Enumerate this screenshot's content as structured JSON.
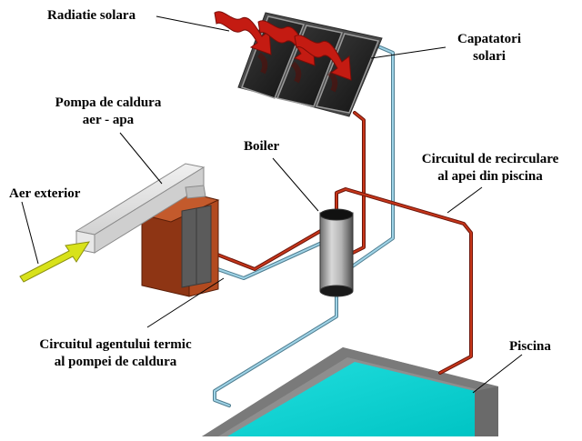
{
  "labels": {
    "solar_radiation": "Radiatie solara",
    "solar_collectors": [
      "Capatatori",
      "solari"
    ],
    "heat_pump": [
      "Pompa de caldura",
      "aer - apa"
    ],
    "outside_air": "Aer exterior",
    "boiler": "Boiler",
    "pool_recirculation": [
      "Circuitul de recirculare",
      "al apei din piscina"
    ],
    "heat_pump_circuit": [
      "Circuitul agentului termic",
      "al pompei de caldura"
    ],
    "pool": "Piscina"
  },
  "colors": {
    "hot_pipe": "#b22a12",
    "cold_pipe": "#7fb6cc",
    "radiation_arrow": "#c41b12",
    "air_arrow": "#d8e21a",
    "pool_water": "#00d2d2",
    "pool_rim": "#8c8c8c",
    "panel": "#1c1c1c",
    "heat_pump_body": "#a9441c"
  }
}
